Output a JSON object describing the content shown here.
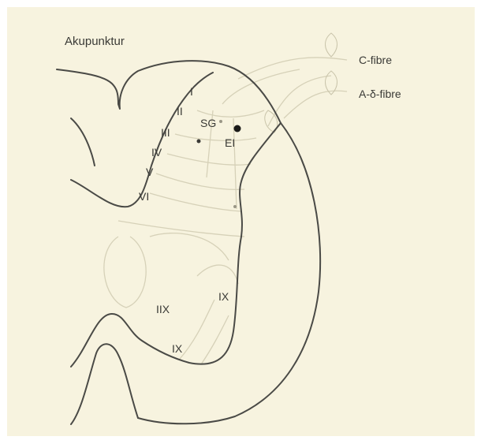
{
  "title": "Akupunktur",
  "fibres": [
    "C-fibre",
    "A-δ-fibre"
  ],
  "laminae": [
    "I",
    "II",
    "III",
    "IV",
    "V",
    "VI"
  ],
  "regions": {
    "sg": "SG",
    "ei": "EI",
    "ix_right": "IX",
    "iix": "IIX",
    "ix_lower": "IX"
  },
  "colors": {
    "background": "#f7f3df",
    "outline": "#4a4a46",
    "faint": "#d6d1b8",
    "text": "#3a3a36"
  }
}
